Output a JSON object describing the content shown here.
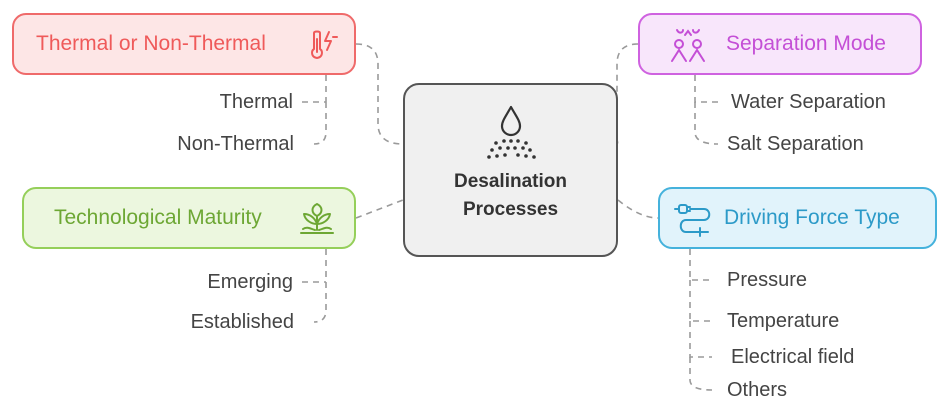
{
  "center": {
    "title_line1": "Desalination",
    "title_line2": "Processes"
  },
  "categories": {
    "thermal": {
      "label": "Thermal or Non-Thermal",
      "icon": "thermometer-bolt-icon",
      "color": "#ef5a5a"
    },
    "separation": {
      "label": "Separation Mode",
      "icon": "people-pair-icon",
      "color": "#c44fd6"
    },
    "maturity": {
      "label": "Technological Maturity",
      "icon": "leaf-sprout-icon",
      "color": "#6da734"
    },
    "driving": {
      "label": "Driving Force Type",
      "icon": "plug-cable-icon",
      "color": "#2c9ac8"
    }
  },
  "leaves": {
    "thermal": [
      "Thermal",
      "Non-Thermal"
    ],
    "separation": [
      "Water Separation",
      "Salt Separation"
    ],
    "maturity": [
      "Emerging",
      "Established"
    ],
    "driving": [
      "Pressure",
      "Temperature",
      "Electrical field",
      "Others"
    ]
  }
}
